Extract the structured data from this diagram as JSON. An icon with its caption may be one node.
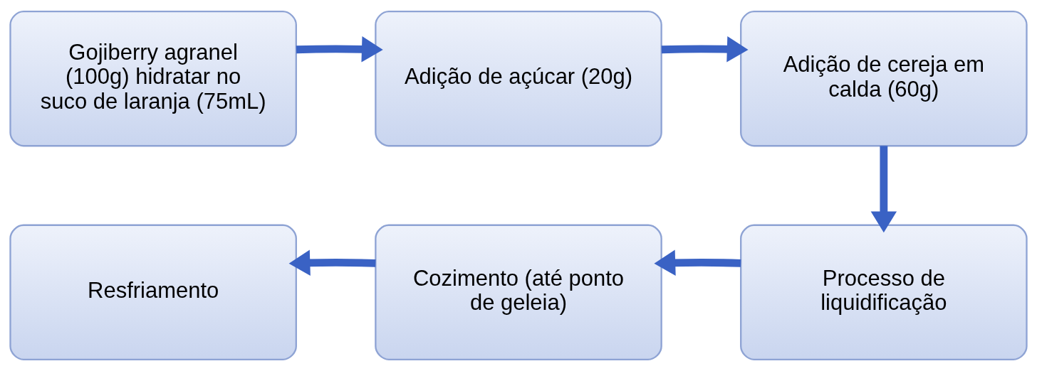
{
  "diagram": {
    "nodes": [
      {
        "text": [
          "Gojiberry agranel (100g) hidratar no suco de laranja (75mL)"
        ]
      },
      {
        "text": [
          "Adição de açúcar (20g)"
        ]
      },
      {
        "text": [
          "Adição de cereja em calda (60g)"
        ]
      },
      {
        "text": [
          "Processo de liquidificação"
        ]
      },
      {
        "text": [
          "Cozimento (até ponto de geleia)"
        ]
      },
      {
        "text": [
          "Resfriamento"
        ]
      }
    ],
    "edges": [
      {
        "from": 0,
        "to": 1,
        "arrow": "to"
      },
      {
        "from": 1,
        "to": 2,
        "arrow": "to"
      },
      {
        "from": 2,
        "to": 3,
        "arrow": "to"
      },
      {
        "from": 3,
        "to": 4,
        "arrow": "to"
      },
      {
        "from": 4,
        "to": 5,
        "arrow": "to"
      }
    ]
  }
}
